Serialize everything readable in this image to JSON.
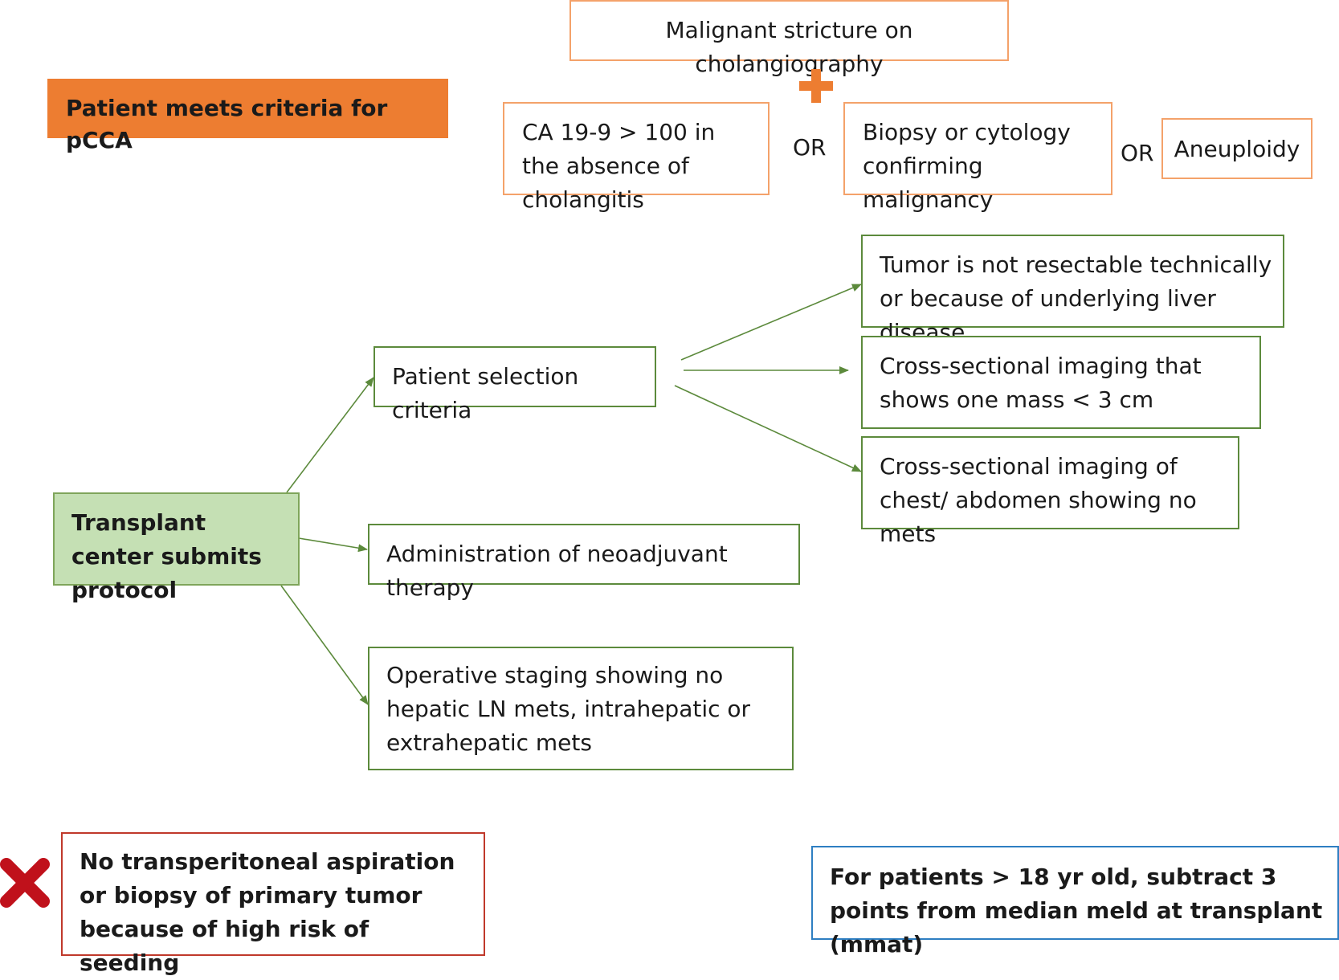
{
  "colors": {
    "orange_fill": "#ed7d31",
    "orange_border": "#f4a26a",
    "green_fill": "#c5e0b4",
    "green_border": "#5c8a3c",
    "red": "#c0392b",
    "blue": "#2e7fc2"
  },
  "criteria": {
    "title": "Patient meets criteria for pCCA",
    "stricture": "Malignant stricture on cholangiography",
    "plus_icon": "plus-icon",
    "ca199": "CA 19-9 > 100 in the absence of cholangitis",
    "or1": "OR",
    "biopsy": "Biopsy or cytology confirming malignancy",
    "or2": "OR",
    "aneuploidy": "Aneuploidy"
  },
  "protocol": {
    "center": "Transplant center submits protocol",
    "selection": "Patient selection criteria",
    "neoadjuvant": "Administration of neoadjuvant therapy",
    "operative": "Operative staging showing no hepatic LN mets, intrahepatic or extrahepatic mets",
    "selection_items": [
      "Tumor is not resectable technically or because of underlying liver disease",
      "Cross-sectional imaging that shows one mass < 3 cm",
      "Cross-sectional imaging of chest/ abdomen showing no mets"
    ]
  },
  "notes": {
    "cross_icon": "cross-icon",
    "no_biopsy": "No transperitoneal aspiration or biopsy of primary tumor because of high risk of seeding",
    "meld": "For patients > 18 yr old, subtract 3 points from median meld at transplant (mmat)"
  }
}
